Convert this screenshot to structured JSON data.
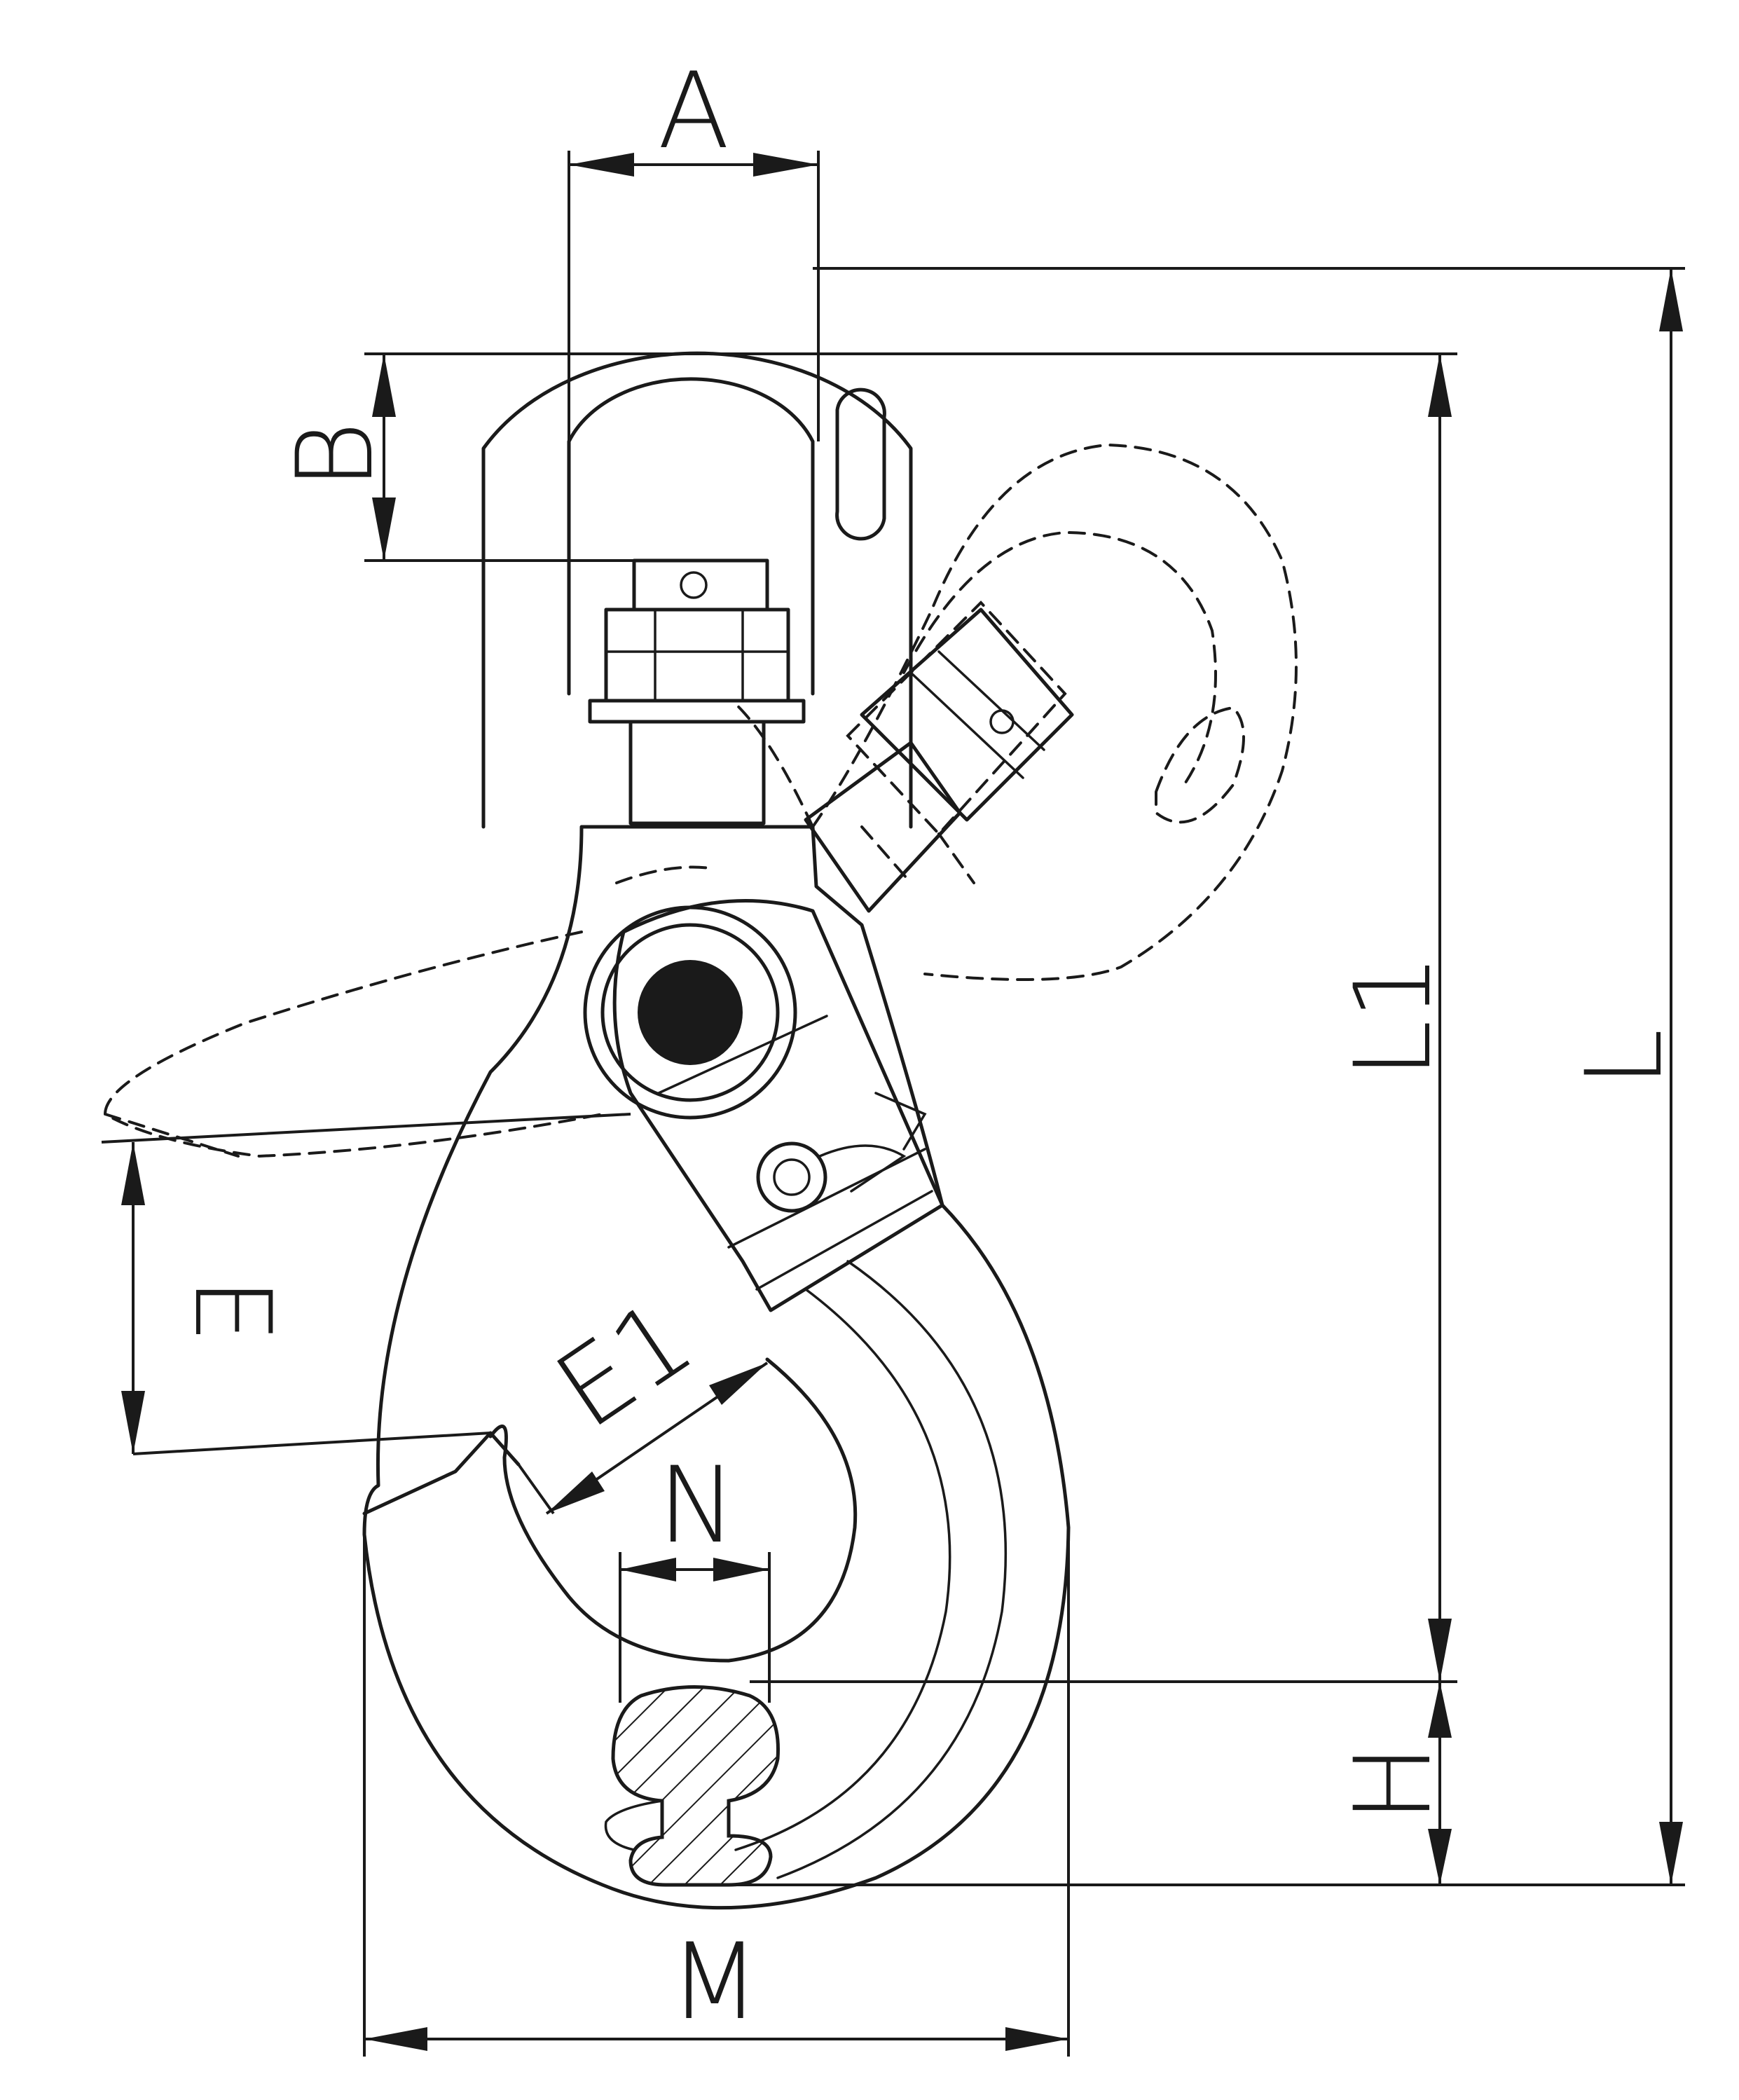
{
  "diagram": {
    "dimension_labels": {
      "A": "A",
      "B": "B",
      "E": "E",
      "E1": "E1",
      "N": "N",
      "H": "H",
      "L1": "L1",
      "L": "L",
      "M": "M"
    },
    "colors": {
      "line": "#1a1a1a",
      "background": "#ffffff"
    }
  }
}
